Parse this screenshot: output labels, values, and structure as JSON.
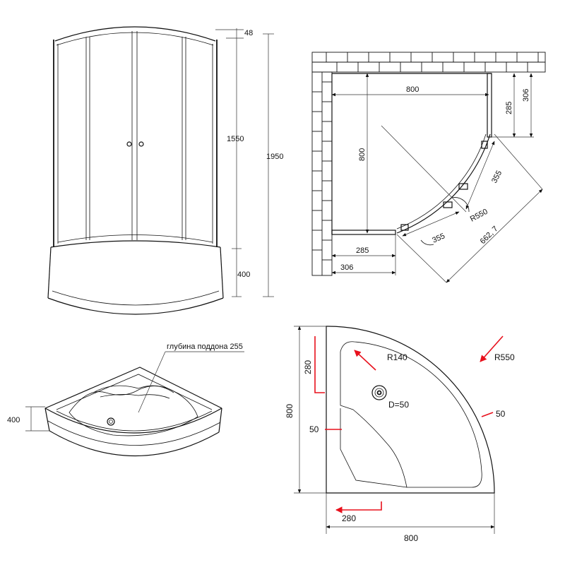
{
  "front_view": {
    "dims": {
      "top_gap": "48",
      "glass_height": "1550",
      "total_height": "1950",
      "tray_height": "400"
    }
  },
  "plan_view": {
    "dims": {
      "width_top": "800",
      "depth_left": "800",
      "wall_offset_right_a": "285",
      "wall_offset_right_b": "306",
      "straight_len_right": "355",
      "radius": "R550",
      "straight_len_bottom": "355",
      "diagonal": "662, 7",
      "wall_offset_bottom_a": "285",
      "wall_offset_bottom_b": "306"
    }
  },
  "tray_view": {
    "depth_note": "глубина поддона 255",
    "height_dim": "400"
  },
  "tray_plan": {
    "dims": {
      "height_total": "800",
      "width_total": "800",
      "left_offset": "280",
      "bottom_offset": "280",
      "inner_radius": "R140",
      "outer_radius": "R550",
      "drain": "D=50",
      "rim_left": "50",
      "rim_right": "50"
    }
  },
  "colors": {
    "line": "#111111",
    "accent": "#e8101c"
  }
}
